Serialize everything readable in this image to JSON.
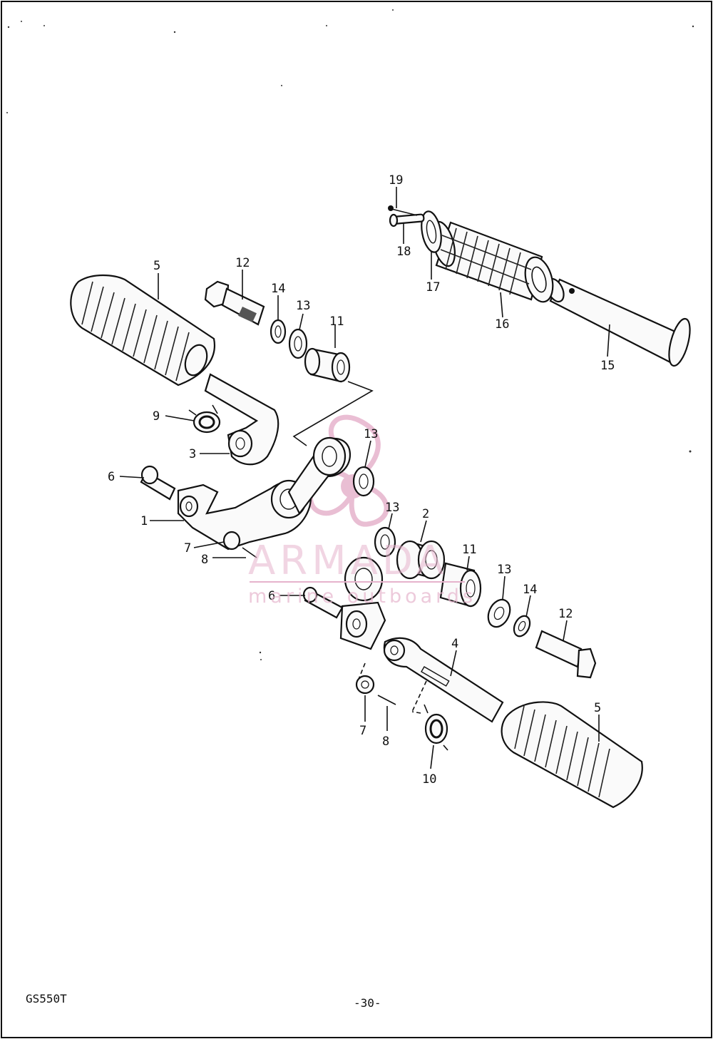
{
  "callouts": {
    "c1": "1",
    "c2": "2",
    "c3": "3",
    "c4": "4",
    "c5a": "5",
    "c5b": "5",
    "c6a": "6",
    "c6b": "6",
    "c7a": "7",
    "c7b": "7",
    "c8a": "8",
    "c8b": "8",
    "c9": "9",
    "c10": "10",
    "c11a": "11",
    "c11b": "11",
    "c12a": "12",
    "c12b": "12",
    "c13a": "13",
    "c13b": "13",
    "c13c": "13",
    "c13d": "13",
    "c14a": "14",
    "c14b": "14",
    "c15": "15",
    "c16": "16",
    "c17": "17",
    "c18": "18",
    "c19": "19"
  },
  "footer": {
    "model": "GS550T",
    "page": "-30-"
  },
  "watermark": {
    "brand": "ARMADA",
    "tagline": "marine outboards",
    "color": "#e6b3cc"
  }
}
